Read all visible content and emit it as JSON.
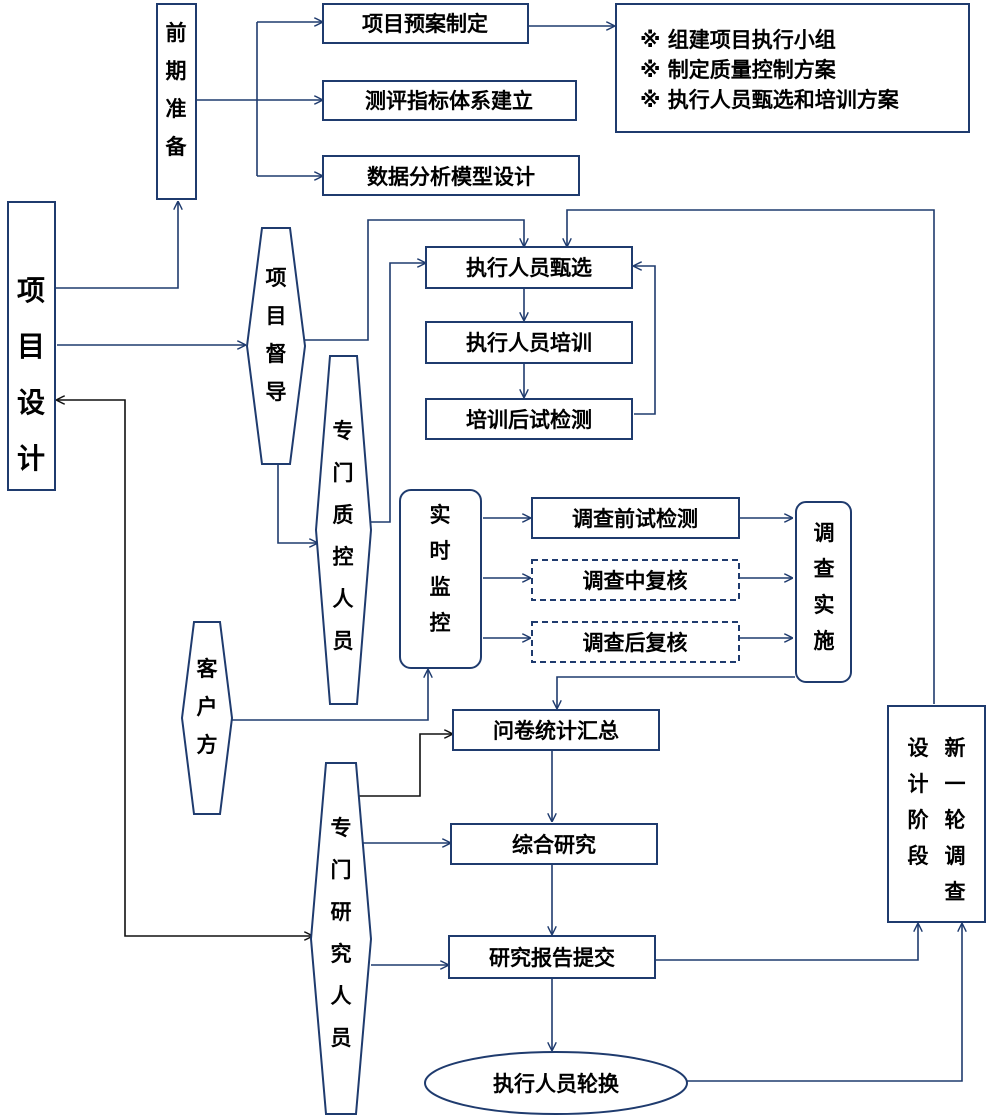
{
  "colors": {
    "accent": "#1f3b6e",
    "text": "#000000",
    "background": "#ffffff"
  },
  "nodes": {
    "project_design": "项目设计",
    "preparation": "前期准备",
    "plan_making": "项目预案制定",
    "indicator_system": "测评指标体系建立",
    "analysis_model": "数据分析模型设计",
    "notes": [
      "※ 组建项目执行小组",
      "※ 制定质量控制方案",
      "※ 执行人员甄选和培训方案"
    ],
    "supervisor": "项目督导",
    "selection": "执行人员甄选",
    "training": "执行人员培训",
    "post_training_test": "培训后试检测",
    "qc_staff": "专门质控人员",
    "realtime_monitor": "实时监控",
    "pre_survey_test": "调查前试检测",
    "mid_survey_review": "调查中复核",
    "post_survey_review": "调查后复核",
    "survey_impl": "调查实施",
    "client": "客户方",
    "questionnaire_summary": "问卷统计汇总",
    "comprehensive_research": "综合研究",
    "report_submit": "研究报告提交",
    "research_staff": "专门研究人员",
    "staff_rotation": "执行人员轮换",
    "new_round": "新一轮调查设计阶段"
  }
}
